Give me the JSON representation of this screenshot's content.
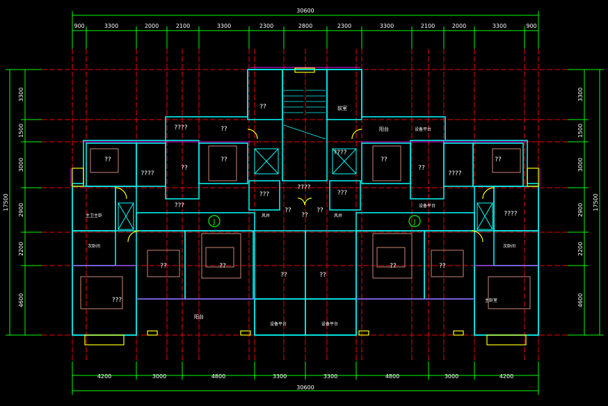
{
  "drawing": {
    "overall_width": "30600",
    "top_dims": [
      "900",
      "3300",
      "2000",
      "2100",
      "3300",
      "2300",
      "2800",
      "2300",
      "3300",
      "2100",
      "2000",
      "3300",
      "900"
    ],
    "bottom_dims": [
      "4200",
      "3000",
      "4800",
      "3300",
      "3300",
      "4800",
      "3000",
      "4200"
    ],
    "left_total": "17500",
    "left_dims": [
      "3300",
      "1500",
      "3000",
      "2900",
      "2200",
      "4600"
    ],
    "right_total": "17500",
    "right_dims": [
      "3300",
      "1500",
      "3000",
      "2900",
      "2200",
      "4600"
    ],
    "axis_marker": "J"
  },
  "rooms": {
    "stair_top_left": "??",
    "stair_top_right": "前室",
    "left_1": "????",
    "left_2": "??",
    "left_3": "??",
    "left_4": "????",
    "left_5": "??",
    "left_6": "??",
    "left_7": "???",
    "left_8": "???",
    "left_bath": "主卫主卧",
    "left_bath2": "次卧间",
    "left_9": "??",
    "left_10": "??",
    "left_11": "???",
    "left_balcony": "阳台",
    "center_1": "????",
    "center_2": "???",
    "center_3": "??",
    "center_4": "??",
    "center_5": "??",
    "center_shaft_l": "风井",
    "center_shaft_r": "风井",
    "center_6": "????",
    "center_7": "??",
    "center_8": "??",
    "center_plat_l": "设备平台",
    "center_plat_r": "设备平台",
    "right_1": "阳台",
    "right_2": "设备平台",
    "right_3": "??",
    "right_4": "??",
    "right_5": "??",
    "right_6": "????",
    "right_7": "设备平台",
    "right_8": "????",
    "right_bath2": "次卧间",
    "right_9": "??",
    "right_10": "??",
    "right_11": "主卧室"
  }
}
